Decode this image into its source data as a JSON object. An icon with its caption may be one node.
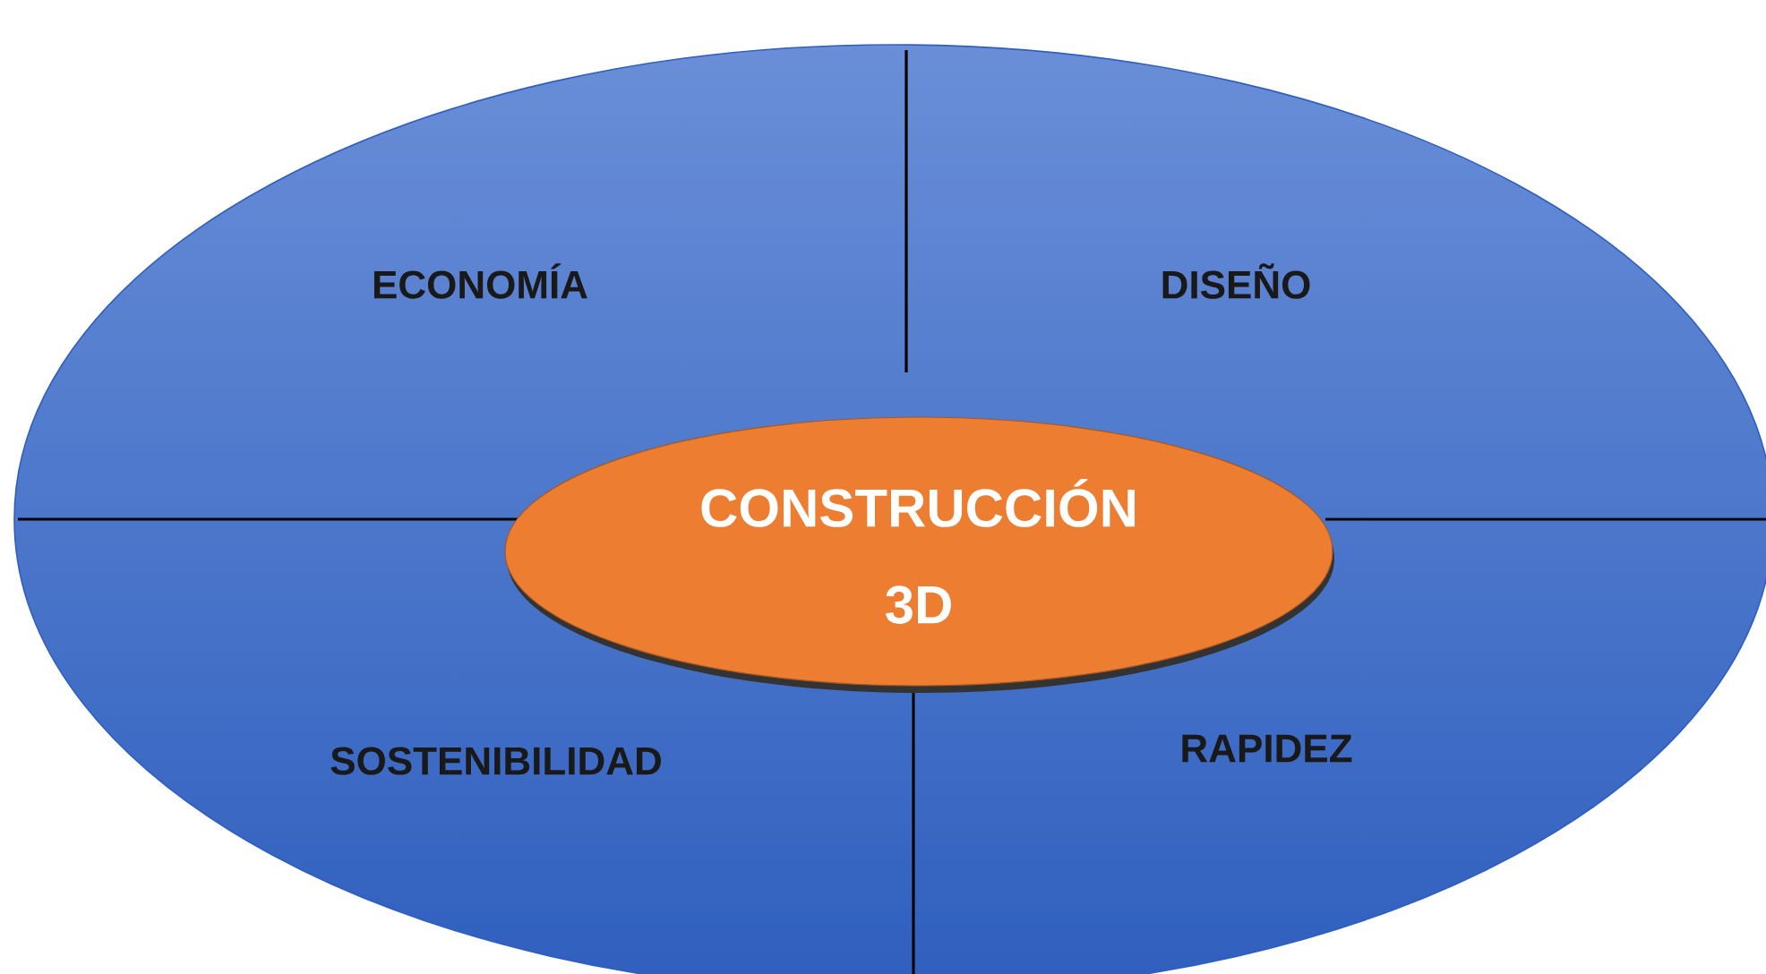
{
  "diagram": {
    "nodes": [
      {
        "text": [
          "ECONOMÍA",
          "DISEÑO",
          "SOSTENIBILIDAD",
          "RAPIDEZ"
        ]
      },
      {
        "text": [
          "CONSTRUCCIÓN 3D"
        ],
        "in": 0
      }
    ]
  }
}
